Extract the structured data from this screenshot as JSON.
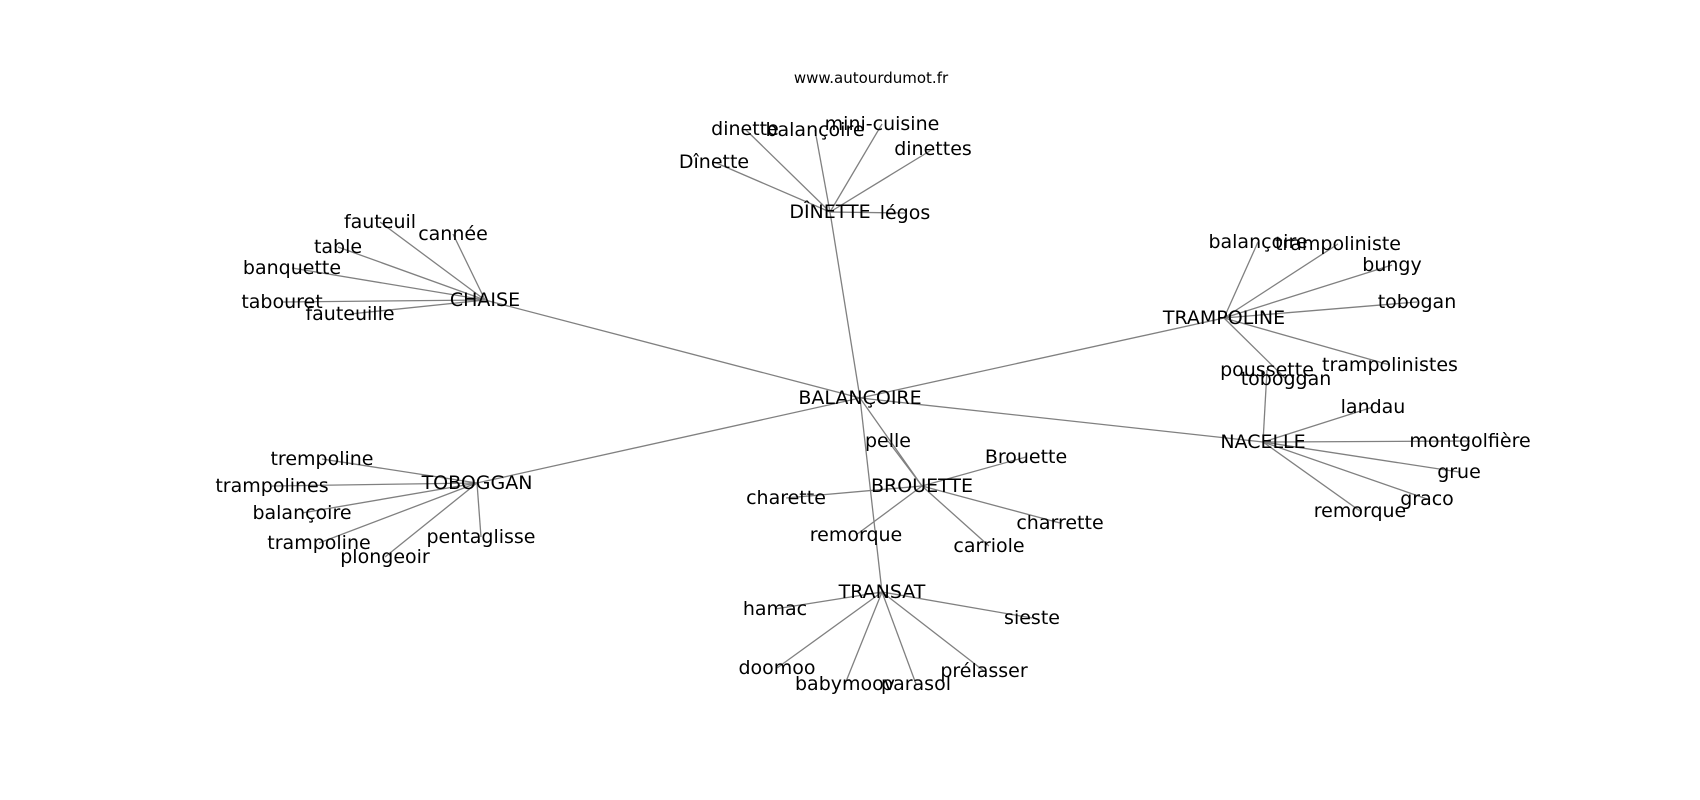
{
  "header": {
    "website": "www.autourdumot.fr"
  },
  "graph": {
    "nodes": [
      {
        "id": "balancoire_center",
        "label": "BALANÇOIRE",
        "group": "hub"
      },
      {
        "id": "dinette_hub",
        "label": "DÎNETTE",
        "group": "hub"
      },
      {
        "id": "chaise_hub",
        "label": "CHAISE",
        "group": "hub"
      },
      {
        "id": "trampoline_hub",
        "label": "TRAMPOLINE",
        "group": "hub"
      },
      {
        "id": "nacelle_hub",
        "label": "NACELLE",
        "group": "hub"
      },
      {
        "id": "toboggan_hub",
        "label": "TOBOGGAN",
        "group": "hub"
      },
      {
        "id": "brouette_hub",
        "label": "BROUETTE",
        "group": "hub"
      },
      {
        "id": "transat_hub",
        "label": "TRANSAT",
        "group": "hub"
      },
      {
        "id": "d_dinette",
        "label": "dinette",
        "group": "leaf"
      },
      {
        "id": "d_balancoire",
        "label": "balançoire",
        "group": "leaf"
      },
      {
        "id": "d_minicuisine",
        "label": "mini-cuisine",
        "group": "leaf"
      },
      {
        "id": "d_dinettes",
        "label": "dinettes",
        "group": "leaf"
      },
      {
        "id": "d_Dinette",
        "label": "Dînette",
        "group": "leaf"
      },
      {
        "id": "d_legos",
        "label": "légos",
        "group": "leaf"
      },
      {
        "id": "c_fauteuil",
        "label": "fauteuil",
        "group": "leaf"
      },
      {
        "id": "c_cannee",
        "label": "cannée",
        "group": "leaf"
      },
      {
        "id": "c_table",
        "label": "table",
        "group": "leaf"
      },
      {
        "id": "c_banquette",
        "label": "banquette",
        "group": "leaf"
      },
      {
        "id": "c_tabouret",
        "label": "tabouret",
        "group": "leaf"
      },
      {
        "id": "c_fauteuille",
        "label": "fauteuille",
        "group": "leaf"
      },
      {
        "id": "t_balancoire",
        "label": "balançoire",
        "group": "leaf"
      },
      {
        "id": "t_trampoliniste",
        "label": "trampoliniste",
        "group": "leaf"
      },
      {
        "id": "t_bungy",
        "label": "bungy",
        "group": "leaf"
      },
      {
        "id": "t_tobogan",
        "label": "tobogan",
        "group": "leaf"
      },
      {
        "id": "t_trampolinistes",
        "label": "trampolinistes",
        "group": "leaf"
      },
      {
        "id": "t_toboggan",
        "label": "toboggan",
        "group": "leaf"
      },
      {
        "id": "n_poussette",
        "label": "poussette",
        "group": "leaf"
      },
      {
        "id": "n_landau",
        "label": "landau",
        "group": "leaf"
      },
      {
        "id": "n_montgolfiere",
        "label": "montgolfière",
        "group": "leaf"
      },
      {
        "id": "n_grue",
        "label": "grue",
        "group": "leaf"
      },
      {
        "id": "n_graco",
        "label": "graco",
        "group": "leaf"
      },
      {
        "id": "n_remorque",
        "label": "remorque",
        "group": "leaf"
      },
      {
        "id": "tb_trempoline",
        "label": "trempoline",
        "group": "leaf"
      },
      {
        "id": "tb_trampolines",
        "label": "trampolines",
        "group": "leaf"
      },
      {
        "id": "tb_balancoire",
        "label": "balançoire",
        "group": "leaf"
      },
      {
        "id": "tb_trampoline",
        "label": "trampoline",
        "group": "leaf"
      },
      {
        "id": "tb_plongeoir",
        "label": "plongeoir",
        "group": "leaf"
      },
      {
        "id": "tb_pentaglisse",
        "label": "pentaglisse",
        "group": "leaf"
      },
      {
        "id": "b_pelle",
        "label": "pelle",
        "group": "leaf"
      },
      {
        "id": "b_Brouette",
        "label": "Brouette",
        "group": "leaf"
      },
      {
        "id": "b_charette",
        "label": "charette",
        "group": "leaf"
      },
      {
        "id": "b_remorque",
        "label": "remorque",
        "group": "leaf"
      },
      {
        "id": "b_carriole",
        "label": "carriole",
        "group": "leaf"
      },
      {
        "id": "b_charrette",
        "label": "charrette",
        "group": "leaf"
      },
      {
        "id": "tr_hamac",
        "label": "hamac",
        "group": "leaf"
      },
      {
        "id": "tr_sieste",
        "label": "sieste",
        "group": "leaf"
      },
      {
        "id": "tr_doomoo",
        "label": "doomoo",
        "group": "leaf"
      },
      {
        "id": "tr_babymoov",
        "label": "babymoov",
        "group": "leaf"
      },
      {
        "id": "tr_parasol",
        "label": "parasol",
        "group": "leaf"
      },
      {
        "id": "tr_prelasser",
        "label": "prélasser",
        "group": "leaf"
      }
    ],
    "edges": [
      [
        "balancoire_center",
        "dinette_hub"
      ],
      [
        "balancoire_center",
        "chaise_hub"
      ],
      [
        "balancoire_center",
        "trampoline_hub"
      ],
      [
        "balancoire_center",
        "nacelle_hub"
      ],
      [
        "balancoire_center",
        "toboggan_hub"
      ],
      [
        "balancoire_center",
        "brouette_hub"
      ],
      [
        "balancoire_center",
        "transat_hub"
      ],
      [
        "dinette_hub",
        "d_dinette"
      ],
      [
        "dinette_hub",
        "d_balancoire"
      ],
      [
        "dinette_hub",
        "d_minicuisine"
      ],
      [
        "dinette_hub",
        "d_dinettes"
      ],
      [
        "dinette_hub",
        "d_Dinette"
      ],
      [
        "dinette_hub",
        "d_legos"
      ],
      [
        "chaise_hub",
        "c_fauteuil"
      ],
      [
        "chaise_hub",
        "c_cannee"
      ],
      [
        "chaise_hub",
        "c_table"
      ],
      [
        "chaise_hub",
        "c_banquette"
      ],
      [
        "chaise_hub",
        "c_tabouret"
      ],
      [
        "chaise_hub",
        "c_fauteuille"
      ],
      [
        "trampoline_hub",
        "t_balancoire"
      ],
      [
        "trampoline_hub",
        "t_trampoliniste"
      ],
      [
        "trampoline_hub",
        "t_bungy"
      ],
      [
        "trampoline_hub",
        "t_tobogan"
      ],
      [
        "trampoline_hub",
        "t_trampolinistes"
      ],
      [
        "trampoline_hub",
        "t_toboggan"
      ],
      [
        "nacelle_hub",
        "n_poussette"
      ],
      [
        "nacelle_hub",
        "n_landau"
      ],
      [
        "nacelle_hub",
        "n_montgolfiere"
      ],
      [
        "nacelle_hub",
        "n_grue"
      ],
      [
        "nacelle_hub",
        "n_graco"
      ],
      [
        "nacelle_hub",
        "n_remorque"
      ],
      [
        "toboggan_hub",
        "tb_trempoline"
      ],
      [
        "toboggan_hub",
        "tb_trampolines"
      ],
      [
        "toboggan_hub",
        "tb_balancoire"
      ],
      [
        "toboggan_hub",
        "tb_trampoline"
      ],
      [
        "toboggan_hub",
        "tb_plongeoir"
      ],
      [
        "toboggan_hub",
        "tb_pentaglisse"
      ],
      [
        "brouette_hub",
        "b_pelle"
      ],
      [
        "brouette_hub",
        "b_Brouette"
      ],
      [
        "brouette_hub",
        "b_charette"
      ],
      [
        "brouette_hub",
        "b_remorque"
      ],
      [
        "brouette_hub",
        "b_carriole"
      ],
      [
        "brouette_hub",
        "b_charrette"
      ],
      [
        "transat_hub",
        "tr_hamac"
      ],
      [
        "transat_hub",
        "tr_sieste"
      ],
      [
        "transat_hub",
        "tr_doomoo"
      ],
      [
        "transat_hub",
        "tr_babymoov"
      ],
      [
        "transat_hub",
        "tr_parasol"
      ],
      [
        "transat_hub",
        "tr_prelasser"
      ]
    ]
  }
}
